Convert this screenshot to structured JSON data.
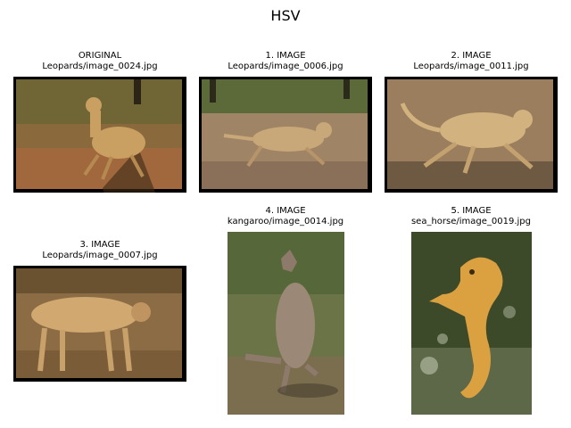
{
  "suptitle": "HSV",
  "panels": [
    {
      "line1": "ORIGINAL",
      "line2": "Leopards/image_0024.jpg",
      "icon": "cheetah-photo"
    },
    {
      "line1": "1. IMAGE",
      "line2": "Leopards/image_0006.jpg",
      "icon": "cheetah-photo"
    },
    {
      "line1": "2. IMAGE",
      "line2": "Leopards/image_0011.jpg",
      "icon": "cheetah-photo"
    },
    {
      "line1": "3. IMAGE",
      "line2": "Leopards/image_0007.jpg",
      "icon": "cheetah-photo"
    },
    {
      "line1": "4. IMAGE",
      "line2": "kangaroo/image_0014.jpg",
      "icon": "kangaroo-photo"
    },
    {
      "line1": "5. IMAGE",
      "line2": "sea_horse/image_0019.jpg",
      "icon": "seahorse-photo"
    }
  ]
}
